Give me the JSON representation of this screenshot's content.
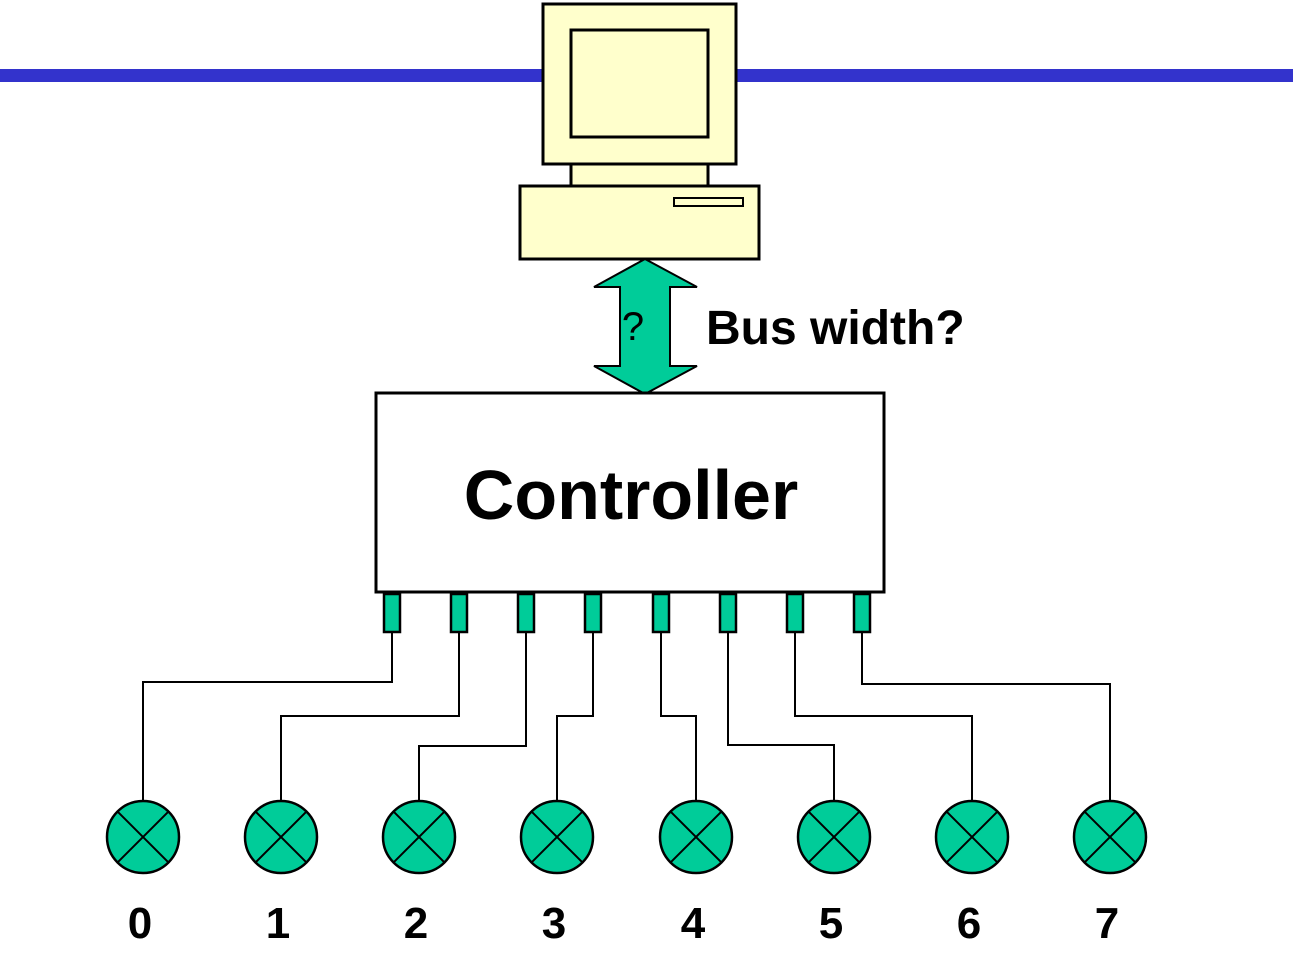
{
  "colors": {
    "header_bar": "#3333CC",
    "computer_fill": "#FFFFCC",
    "accent_green": "#00CC99",
    "stroke": "#000000",
    "background": "#FFFFFF"
  },
  "computer": {
    "icon": "desktop-computer-icon"
  },
  "bus": {
    "arrow_label": "?",
    "caption": "Bus width?",
    "icon": "double-headed-arrow-icon"
  },
  "controller": {
    "label": "Controller",
    "pin_count": 8
  },
  "lamps": [
    {
      "index": 0,
      "label": "0",
      "icon": "lamp-icon"
    },
    {
      "index": 1,
      "label": "1",
      "icon": "lamp-icon"
    },
    {
      "index": 2,
      "label": "2",
      "icon": "lamp-icon"
    },
    {
      "index": 3,
      "label": "3",
      "icon": "lamp-icon"
    },
    {
      "index": 4,
      "label": "4",
      "icon": "lamp-icon"
    },
    {
      "index": 5,
      "label": "5",
      "icon": "lamp-icon"
    },
    {
      "index": 6,
      "label": "6",
      "icon": "lamp-icon"
    },
    {
      "index": 7,
      "label": "7",
      "icon": "lamp-icon"
    }
  ],
  "connections": [
    {
      "pin": 0,
      "lamp": 0
    },
    {
      "pin": 1,
      "lamp": 1
    },
    {
      "pin": 2,
      "lamp": 2
    },
    {
      "pin": 3,
      "lamp": 3
    },
    {
      "pin": 4,
      "lamp": 4
    },
    {
      "pin": 5,
      "lamp": 5
    },
    {
      "pin": 6,
      "lamp": 6
    },
    {
      "pin": 7,
      "lamp": 7
    }
  ]
}
